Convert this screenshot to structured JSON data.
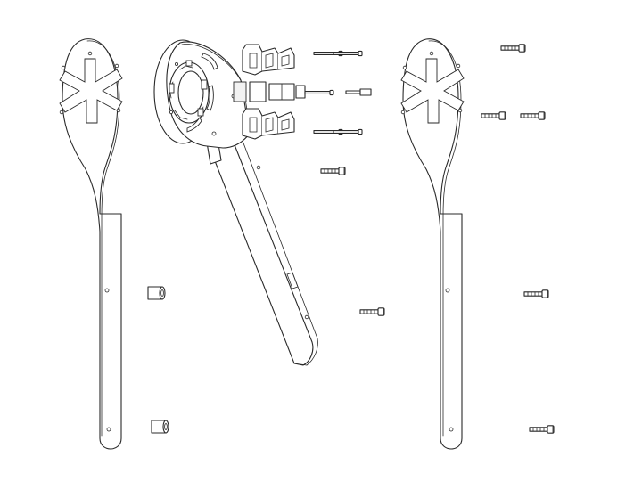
{
  "drawing": {
    "style": "exploded-assembly line drawing",
    "background": "#ffffff",
    "line_color": "#2a2a2a",
    "parts": [
      {
        "id": "left-arm-plate",
        "kind": "plate"
      },
      {
        "id": "pivot-arm-assembly",
        "kind": "plate-with-hub"
      },
      {
        "id": "right-arm-plate",
        "kind": "plate"
      },
      {
        "id": "clamp-bracket",
        "kind": "bracket",
        "count": 2
      },
      {
        "id": "spacer-block",
        "kind": "block"
      },
      {
        "id": "long-bolt",
        "kind": "screw",
        "count": 3
      },
      {
        "id": "short-bolt",
        "kind": "screw",
        "count": 8
      },
      {
        "id": "standoff-spacer",
        "kind": "spacer",
        "count": 2
      }
    ]
  }
}
